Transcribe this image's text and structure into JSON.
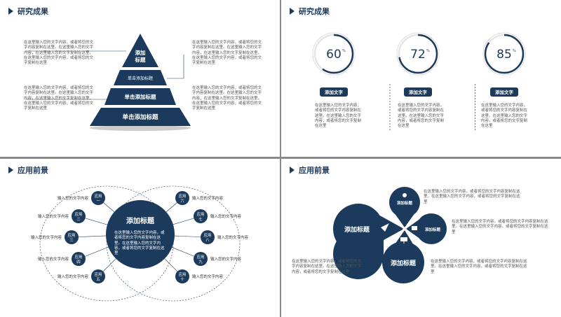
{
  "slides": {
    "s1": {
      "title": "研究成果",
      "pyramid": [
        "添加\n标题",
        "单击添加标题",
        "单击添加标题",
        "单击添加标题"
      ],
      "text_left_top": "在这里输入您的文字内容，或者将您的文字内容复制在这里。在这里输入您的文字内容，在这里输入您的文字复制在这里，在这里输入您的文字内容，或者将您的文字复制在这里",
      "text_left_bottom": "在这里输入您的文字内容，或者将您的文字内容复制在这里。在这里输入您的文字内容，在这里输入您的文字复制在这里，在这里输入您的文字内容，或者将您的文字复制在这里",
      "text_right_top": "在这里输入您的文字内容，或者将您的文字内容复制在这里。在这里输入您的文字内容，在这里输入您的文字复制在这里，在这里输入您的文字内容，或者将您的文字复制在这里",
      "text_right_bottom": "在这里输入您的文字内容，或者将您的文字内容复制在这里。在这里输入您的文字内容，在这里输入您的文字复制在这里，在这里输入您的文字内容，或者将您的文字复制在这里"
    },
    "s2": {
      "title": "研究成果",
      "items": [
        {
          "value": "60",
          "unit": "%",
          "progress": 0.6,
          "label": "添加文字",
          "text": "在这里输入您的文字内容，或者将您的文字内容复制在这里。在这里输入您的文字内容，或者将您的文字复制在这里"
        },
        {
          "value": "72",
          "unit": "%",
          "progress": 0.72,
          "label": "添加文字",
          "text": "在这里输入您的文字内容，或者将您的文字内容复制在这里。在这里输入您的文字内容，或者将您的文字复制在这里"
        },
        {
          "value": "85",
          "unit": "%",
          "progress": 0.85,
          "label": "添加文字",
          "text": "在这里输入您的文字内容，或者将您的文字内容复制在这里。在这里输入您的文字内容，或者将您的文字复制在这里"
        }
      ]
    },
    "s3": {
      "title": "应用前景",
      "center_title": "添加标题",
      "center_text": "在这里输入您的文字内容，或者将您的文字内容复制在这里。在这里输入您的文字内容，或者将您的文字复制在这里",
      "nodes_left": [
        "应用一",
        "应用二",
        "应用三",
        "应用四",
        "应用五"
      ],
      "nodes_right": [
        "应用六",
        "应用七",
        "应用八",
        "应用九",
        "应用十"
      ],
      "node_label": "输入您的文字内容"
    },
    "s4": {
      "title": "应用前景",
      "big1": "添加标题",
      "big2": "添加标题",
      "small1": "添加标题",
      "small2": "添加标题",
      "text_right_1": "在这里输入您的文字内容，或者将您的文字内容复制在这里。在这里输入您的文字内容，或者将您的文字复制在这里",
      "text_right_2": "在这里输入您的文字内容，或者将您的文字内容复制在这里。在这里输入您的文字内容，或者将您的文字复制在这里",
      "text_right_3": "在这里输入您的文字内容，或者将您的文字内容复制在这里。在这里输入您的文字内容，或者将您的文字复制在这里",
      "text_left": "在这里输入您的文字内容，或者将您的文字内容复制在这里。在这里输入您的文字内容，或者将您的文字复制在这里"
    }
  },
  "colors": {
    "navy": "#1b3a5c",
    "accent": "#1b3a5c"
  }
}
